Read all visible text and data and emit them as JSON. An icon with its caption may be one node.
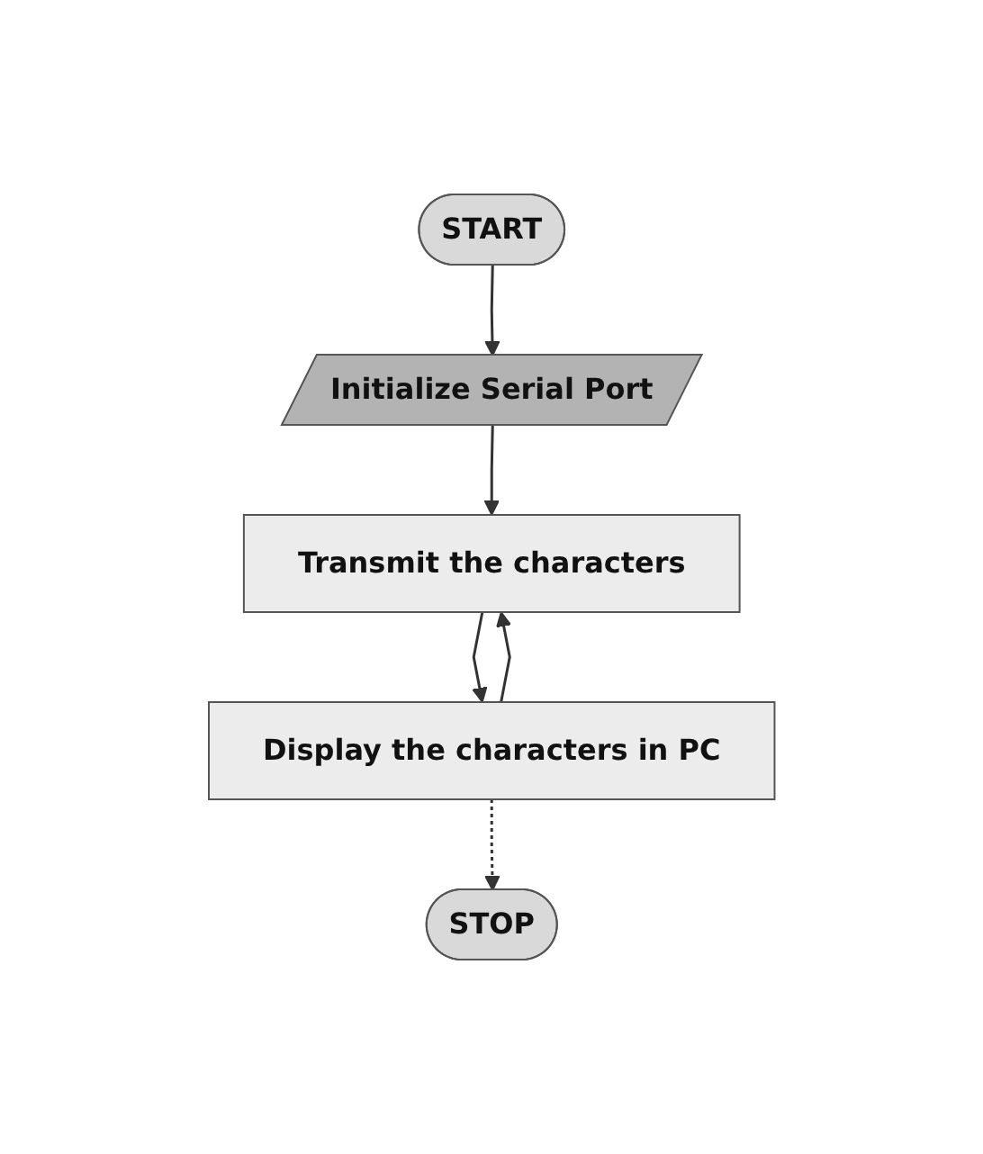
{
  "diagram": {
    "nodes": [
      {
        "text": [
          "START"
        ]
      },
      {
        "text": [
          "Initialize Serial Port"
        ]
      },
      {
        "text": [
          "Transmit the characters"
        ]
      },
      {
        "text": [
          "Display the characters in PC"
        ]
      },
      {
        "text": [
          "STOP"
        ]
      }
    ],
    "edges": [
      {
        "from": 0,
        "to": 1,
        "arrow": "to"
      },
      {
        "from": 1,
        "to": 2,
        "arrow": "to"
      },
      {
        "from": 2,
        "to": 3,
        "arrow": "to"
      },
      {
        "from": 3,
        "to": 2,
        "arrow": "to"
      },
      {
        "from": 3,
        "to": 4,
        "arrow": "to",
        "style": "dashed"
      }
    ]
  }
}
